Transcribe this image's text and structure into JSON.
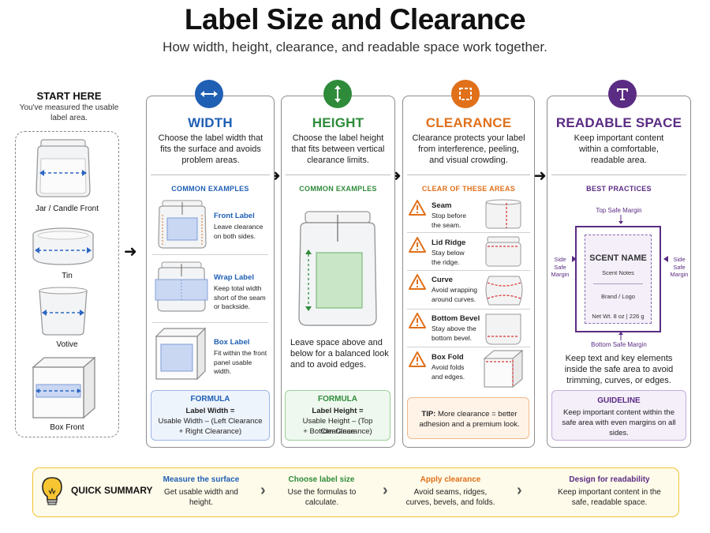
{
  "title": "Label Size and Clearance",
  "subtitle": "How width, height, clearance, and readable space work together.",
  "start": {
    "title": "START HERE",
    "desc": "You've measured the usable label area.",
    "items": [
      "Jar / Candle Front",
      "Tin",
      "Votive",
      "Box Front"
    ]
  },
  "columns": {
    "width": {
      "heading": "WIDTH",
      "icon": "horizontal-arrows-icon",
      "color": "#1f5fb4",
      "desc": "Choose the label width that fits the surface and avoids problem areas.",
      "section": "COMMON EXAMPLES",
      "examples": [
        {
          "title": "Front Label",
          "desc": "Leave clearance on both sides."
        },
        {
          "title": "Wrap Label",
          "desc": "Keep total width short of the seam or backside."
        },
        {
          "title": "Box Label",
          "desc": "Fit within the front panel usable width."
        }
      ],
      "formula_title": "FORMULA",
      "formula_line1": "Label Width =",
      "formula_line2": "Usable Width – (Left Clearance",
      "formula_line3": "+ Right Clearance)"
    },
    "height": {
      "heading": "HEIGHT",
      "icon": "vertical-arrows-icon",
      "color": "#2e8b3a",
      "desc": "Choose the label height that fits between vertical clearance limits.",
      "section": "COMMON EXAMPLES",
      "note": "Leave space above and below for a balanced look and to avoid edges.",
      "formula_title": "FORMULA",
      "formula_line1": "Label Height =",
      "formula_line2": "Usable Height – (Top Clearance",
      "formula_line3": "+ Bottom Clearance)"
    },
    "clearance": {
      "heading": "CLEARANCE",
      "icon": "dashed-square-icon",
      "color": "#e0701a",
      "desc": "Clearance protects your label from interference, peeling, and visual crowding.",
      "section": "CLEAR OF THESE AREAS",
      "zones": [
        {
          "title": "Seam",
          "desc": "Stop before the seam."
        },
        {
          "title": "Lid Ridge",
          "desc": "Stay below the ridge."
        },
        {
          "title": "Curve",
          "desc": "Avoid wrapping around curves."
        },
        {
          "title": "Bottom Bevel",
          "desc": "Stay above the bottom bevel."
        },
        {
          "title": "Box Fold",
          "desc": "Avoid folds and edges."
        }
      ],
      "tip_label": "TIP:",
      "tip_text": "More clearance = better adhesion and a premium look."
    },
    "readable": {
      "heading": "READABLE SPACE",
      "icon": "text-t-icon",
      "color": "#5b2c83",
      "desc": "Keep important content within a comfortable, readable area.",
      "section": "BEST PRACTICES",
      "top_margin": "Top Safe Margin",
      "side_margin_left": "Side Safe Margin",
      "side_margin_right": "Side Safe Margin",
      "bottom_margin": "Bottom Safe Margin",
      "sample_name": "SCENT NAME",
      "sample_notes": "Scent Notes",
      "sample_brand": "Brand / Logo",
      "sample_weight": "Net Wt. 8 oz | 226 g",
      "note": "Keep text and key elements inside the safe area to avoid trimming, curves, or edges.",
      "guideline_title": "GUIDELINE",
      "guideline_text": "Keep important content within the safe area with even margins on all sides."
    }
  },
  "summary": {
    "label": "QUICK SUMMARY",
    "icon": "lightbulb-icon",
    "steps": [
      {
        "title": "Measure the surface",
        "desc": "Get usable width and height.",
        "color": "#1f5fb4"
      },
      {
        "title": "Choose label size",
        "desc": "Use the formulas to calculate.",
        "color": "#2e8b3a"
      },
      {
        "title": "Apply clearance",
        "desc": "Avoid seams, ridges, curves, bevels, and folds.",
        "color": "#e0701a"
      },
      {
        "title": "Design for readability",
        "desc": "Keep important content in the safe, readable space.",
        "color": "#5b2c83"
      }
    ]
  }
}
